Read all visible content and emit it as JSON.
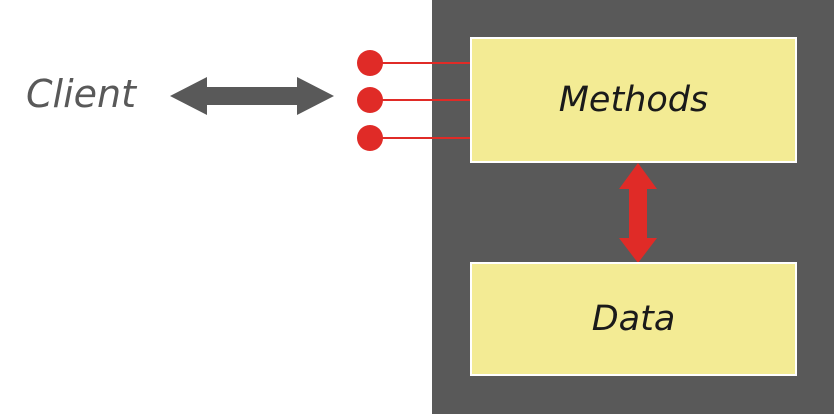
{
  "client": {
    "label": "Client"
  },
  "object": {
    "methods_label": "Methods",
    "data_label": "Data",
    "interface_points": 3
  },
  "colors": {
    "panel": "#595959",
    "box_fill": "#f3eb94",
    "box_border": "#ffffff",
    "accent_red": "#e02b27",
    "client_arrow": "#595959",
    "client_text": "#595959"
  },
  "icons": {
    "client_arrow": "double-arrow-horizontal-icon",
    "internal_arrow": "double-arrow-vertical-icon",
    "interface_point": "dot-icon"
  }
}
